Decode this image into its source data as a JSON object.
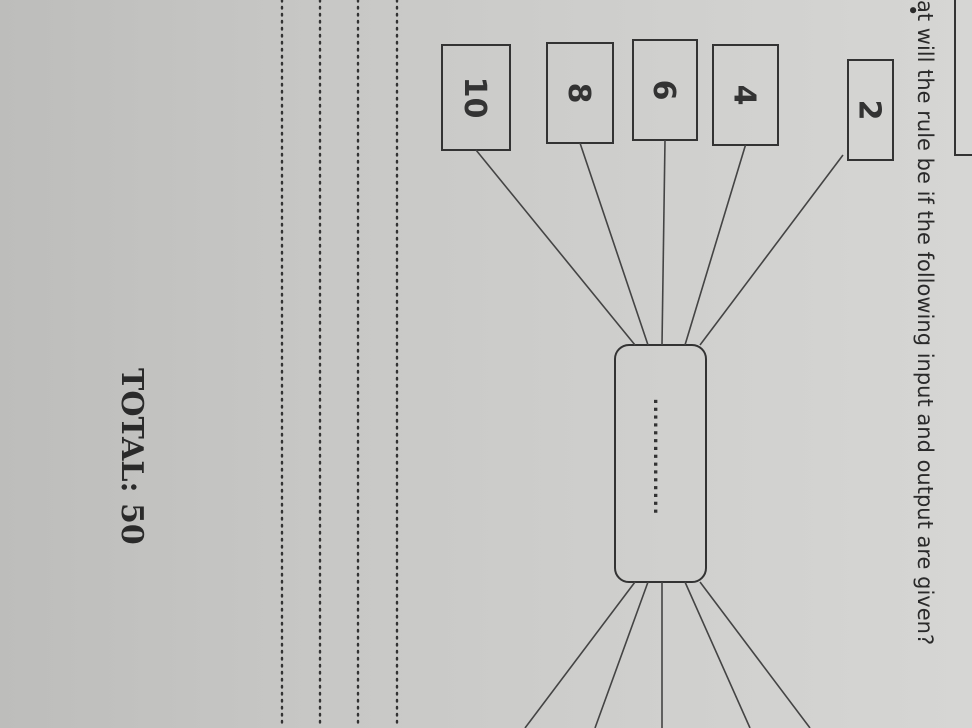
{
  "question": {
    "text": "at will the rule be if the following input and output are given?"
  },
  "inputs": [
    "2",
    "4",
    "6",
    "8",
    "10"
  ],
  "rule_box": {
    "placeholder": "..............."
  },
  "total": {
    "text": "TOTAL: 50"
  },
  "colors": {
    "paper": "#c9c9c7",
    "ink": "#2a2a2a"
  }
}
